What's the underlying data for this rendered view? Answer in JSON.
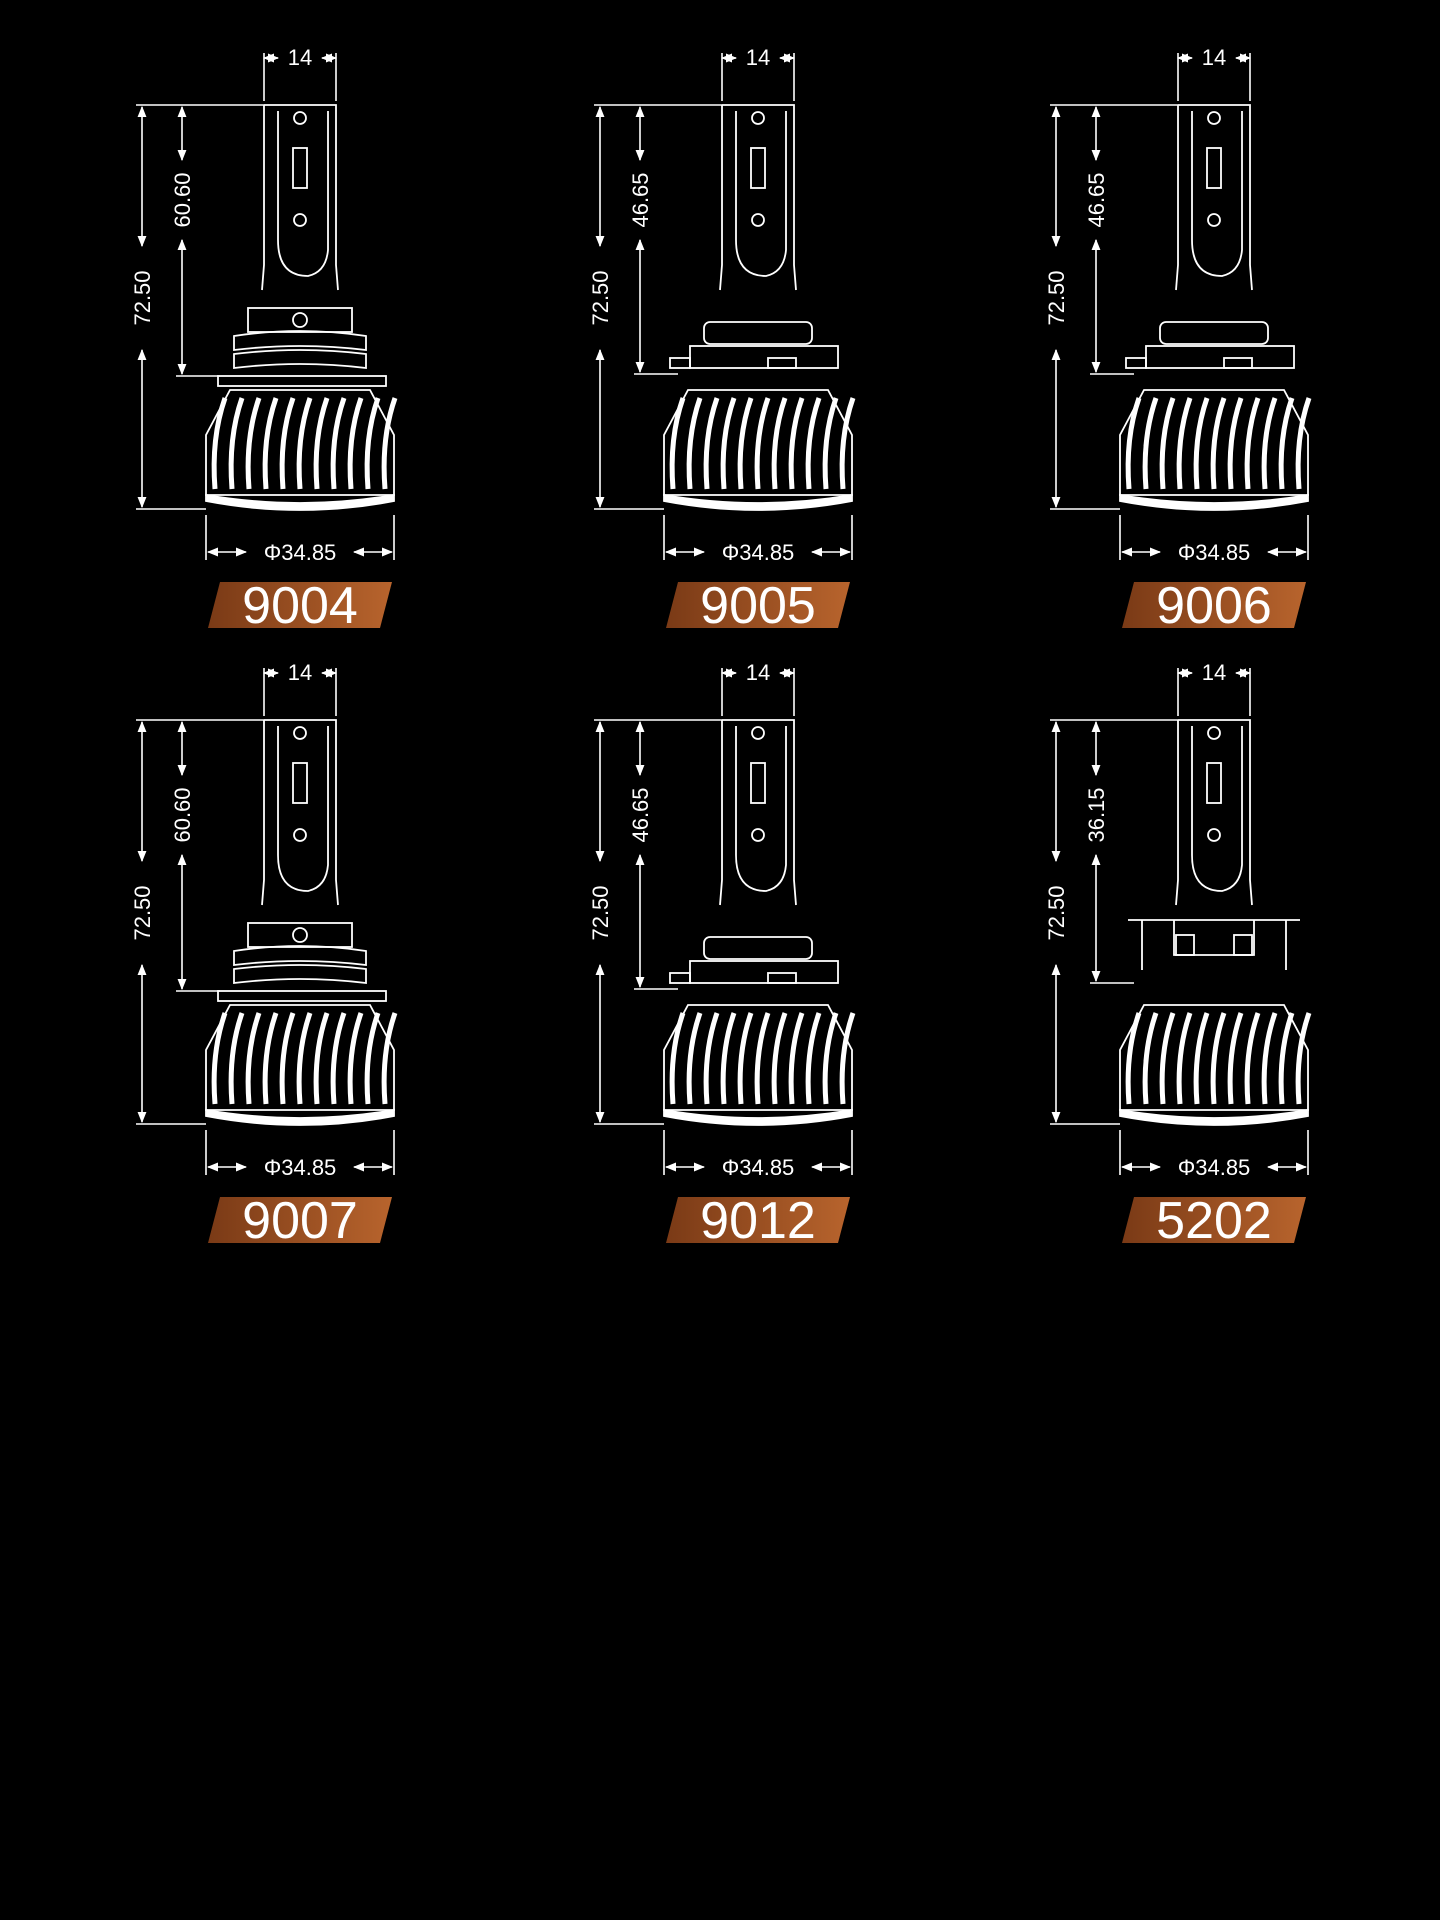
{
  "colors": {
    "background": "#000000",
    "line": "#ffffff",
    "badge_dark": "#7a3a16",
    "badge_light": "#b8642d"
  },
  "bulbs": [
    {
      "model": "9004",
      "style": "twist",
      "width_top": "14",
      "total_height": "72.50",
      "inner_height": "60.60",
      "diameter": "Φ34.85"
    },
    {
      "model": "9005",
      "style": "flange",
      "width_top": "14",
      "total_height": "72.50",
      "inner_height": "46.65",
      "diameter": "Φ34.85"
    },
    {
      "model": "9006",
      "style": "flange",
      "width_top": "14",
      "total_height": "72.50",
      "inner_height": "46.65",
      "diameter": "Φ34.85"
    },
    {
      "model": "9007",
      "style": "twist",
      "width_top": "14",
      "total_height": "72.50",
      "inner_height": "60.60",
      "diameter": "Φ34.85"
    },
    {
      "model": "9012",
      "style": "flange",
      "width_top": "14",
      "total_height": "72.50",
      "inner_height": "46.65",
      "diameter": "Φ34.85"
    },
    {
      "model": "5202",
      "style": "h16",
      "width_top": "14",
      "total_height": "72.50",
      "inner_height": "36.15",
      "diameter": "Φ34.85"
    }
  ]
}
